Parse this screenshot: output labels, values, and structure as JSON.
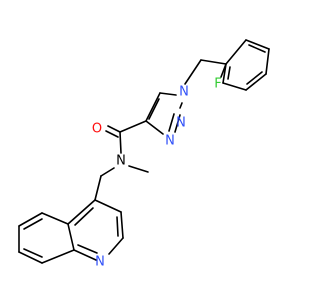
{
  "atoms": {
    "F": {
      "text": "F",
      "color": "#33cc33"
    },
    "N1": {
      "text": "N",
      "color": "#3050f8"
    },
    "N2": {
      "text": "N",
      "color": "#3050f8"
    },
    "N3": {
      "text": "N",
      "color": "#3050f8"
    },
    "O": {
      "text": "O",
      "color": "#ff0d0d"
    },
    "Namide": {
      "text": "N",
      "color": "#000000"
    },
    "Nquin": {
      "text": "N",
      "color": "#3050f8"
    }
  }
}
